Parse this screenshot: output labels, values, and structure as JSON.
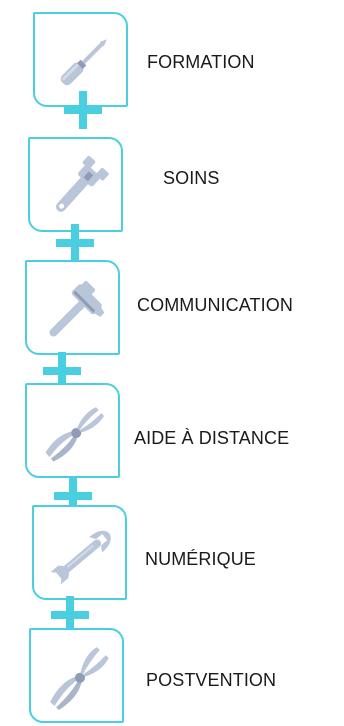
{
  "steps": [
    {
      "label": "FORMATION",
      "icon": "screwdriver-icon"
    },
    {
      "label": "SOINS",
      "icon": "adjustable-wrench-icon"
    },
    {
      "label": "COMMUNICATION",
      "icon": "hammer-icon"
    },
    {
      "label": "AIDE À DISTANCE",
      "icon": "pliers-icon"
    },
    {
      "label": "NUMÉRIQUE",
      "icon": "wrench-icon"
    },
    {
      "label": "POSTVENTION",
      "icon": "pliers-icon"
    }
  ],
  "colors": {
    "accent": "#49cfe0",
    "tool": "#b9c5d9",
    "tool_shade": "#8f9cb3",
    "text": "#1a1a1a"
  }
}
